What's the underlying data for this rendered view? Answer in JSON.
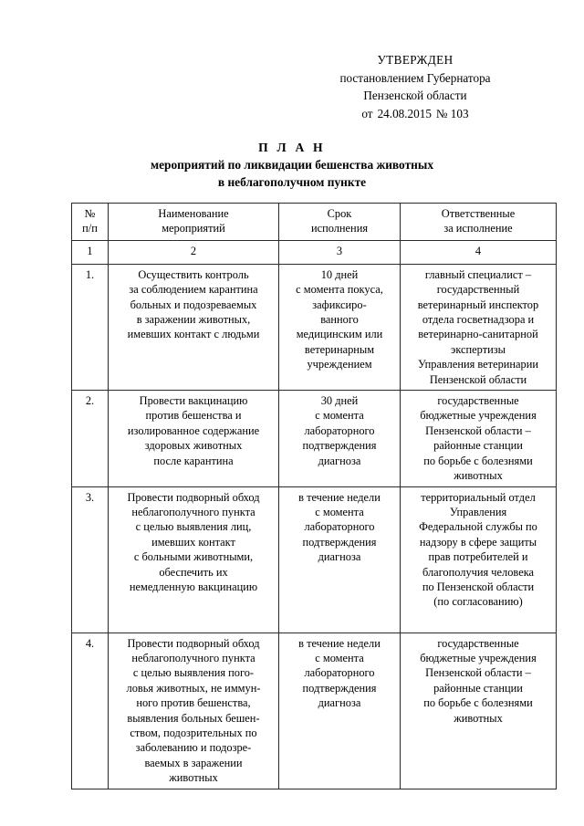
{
  "approval": {
    "title": "УТВЕРЖДЕН",
    "line2": "постановлением Губернатора",
    "line3": "Пензенской области",
    "date_prefix": "от",
    "date": "24.08.2015",
    "number": "№ 103"
  },
  "title": {
    "plan_word": "П Л А Н",
    "subtitle_line1": "мероприятий по ликвидации бешенства животных",
    "subtitle_line2": "в неблагополучном пункте"
  },
  "table": {
    "headers": [
      {
        "line1": "№",
        "line2": "п/п"
      },
      {
        "line1": "Наименование",
        "line2": "мероприятий"
      },
      {
        "line1": "Срок",
        "line2": "исполнения"
      },
      {
        "line1": "Ответственные",
        "line2": "за исполнение"
      }
    ],
    "column_numbers": [
      "1",
      "2",
      "3",
      "4"
    ],
    "rows": [
      {
        "index": "1.",
        "name_lines": [
          "Осуществить контроль",
          "за соблюдением карантина",
          "больных и подозреваемых",
          "в заражении животных,",
          "имевших контакт с людьми"
        ],
        "term_lines": [
          "10 дней",
          "с момента покуса,",
          "зафиксиро-",
          "ванного",
          "медицинским или",
          "ветеринарным",
          "учреждением"
        ],
        "resp_lines": [
          "главный специалист –",
          "государственный",
          "ветеринарный инспектор",
          "отдела госветнадзора и",
          "ветеринарно-санитарной",
          "экспертизы",
          "Управления ветеринарии",
          "Пензенской области"
        ]
      },
      {
        "index": "2.",
        "name_lines": [
          "Провести вакцинацию",
          "против бешенства и",
          "изолированное содержание",
          "здоровых животных",
          "после карантина"
        ],
        "term_lines": [
          "30 дней",
          "с момента",
          "лабораторного",
          "подтверждения",
          "диагноза"
        ],
        "resp_lines": [
          "государственные",
          "бюджетные учреждения",
          "Пензенской области –",
          "районные станции",
          "по борьбе с болезнями",
          "животных"
        ]
      },
      {
        "index": "3.",
        "name_lines": [
          "Провести подворный обход",
          "неблагополучного пункта",
          "с целью выявления лиц,",
          "имевших контакт",
          "с больными животными,",
          "обеспечить их",
          "немедленную вакцинацию"
        ],
        "term_lines": [
          "в течение недели",
          "с момента",
          "лабораторного",
          "подтверждения",
          "диагноза"
        ],
        "resp_lines": [
          "территориальный отдел",
          "Управления",
          "Федеральной службы по",
          "надзору в сфере защиты",
          "прав потребителей и",
          "благополучия человека",
          "по Пензенской области",
          "(по согласованию)"
        ]
      },
      {
        "index": "4.",
        "name_lines": [
          "Провести подворный обход",
          "неблагополучного пункта",
          "с целью выявления пого-",
          "ловья животных, не иммун-",
          "ного против бешенства,",
          "выявления больных бешен-",
          "ством, подозрительных по",
          "заболеванию и подозре-",
          "ваемых в заражении",
          "животных"
        ],
        "term_lines": [
          "в течение недели",
          "с момента",
          "лабораторного",
          "подтверждения",
          "диагноза"
        ],
        "resp_lines": [
          "государственные",
          "бюджетные учреждения",
          "Пензенской области –",
          "районные станции",
          "по борьбе с болезнями",
          "животных"
        ]
      }
    ]
  }
}
